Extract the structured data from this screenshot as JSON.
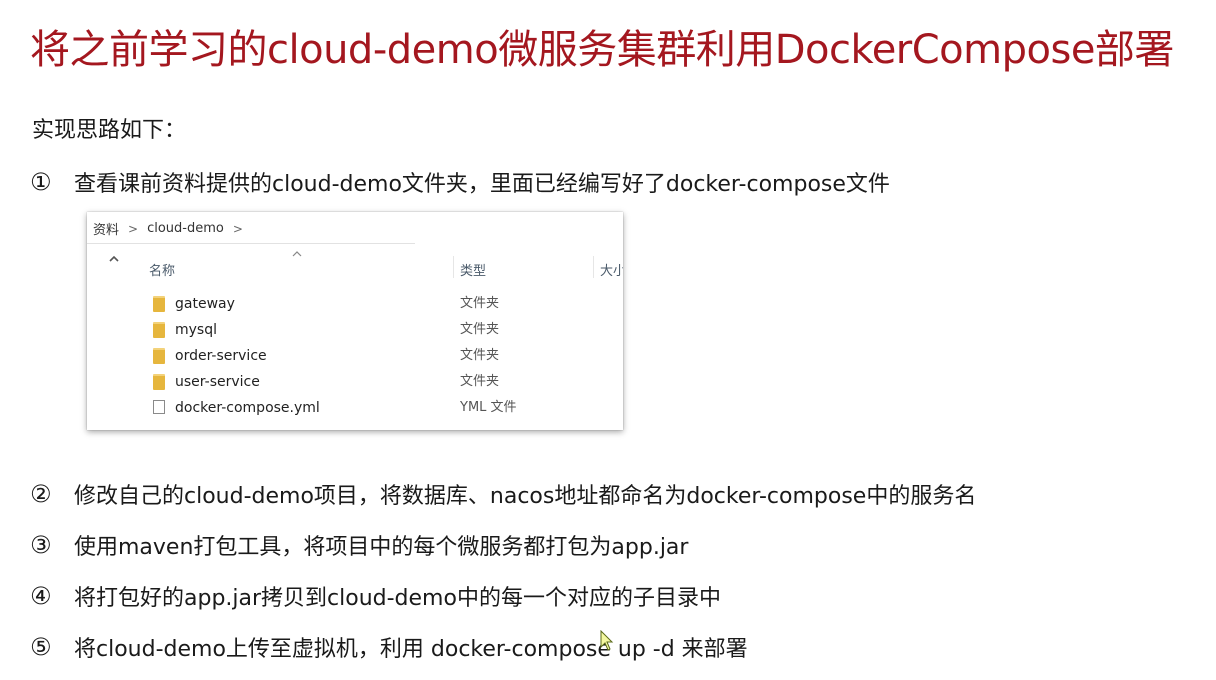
{
  "slide": {
    "title": "将之前学习的cloud-demo微服务集群利用DockerCompose部署",
    "subtitle": "实现思路如下：",
    "steps": [
      {
        "num": "①",
        "text": "查看课前资料提供的cloud-demo文件夹，里面已经编写好了docker-compose文件"
      },
      {
        "num": "②",
        "text": "修改自己的cloud-demo项目，将数据库、nacos地址都命名为docker-compose中的服务名"
      },
      {
        "num": "③",
        "text": "使用maven打包工具，将项目中的每个微服务都打包为app.jar"
      },
      {
        "num": "④",
        "text": "将打包好的app.jar拷贝到cloud-demo中的每一个对应的子目录中"
      },
      {
        "num": "⑤",
        "text": "将cloud-demo上传至虚拟机，利用 docker-compose up -d 来部署"
      }
    ]
  },
  "explorer": {
    "breadcrumb": [
      "资料",
      "cloud-demo"
    ],
    "breadcrumb_sep": ">",
    "columns": {
      "name": "名称",
      "type": "类型",
      "size": "大小"
    },
    "files": [
      {
        "name": "gateway",
        "type": "文件夹",
        "icon": "folder-icon"
      },
      {
        "name": "mysql",
        "type": "文件夹",
        "icon": "folder-icon"
      },
      {
        "name": "order-service",
        "type": "文件夹",
        "icon": "folder-icon"
      },
      {
        "name": "user-service",
        "type": "文件夹",
        "icon": "folder-icon"
      },
      {
        "name": "docker-compose.yml",
        "type": "YML 文件",
        "icon": "file-icon"
      }
    ]
  },
  "colors": {
    "title": "#a4171f",
    "folder": "#e6b63d",
    "text": "#1a1a1a"
  }
}
